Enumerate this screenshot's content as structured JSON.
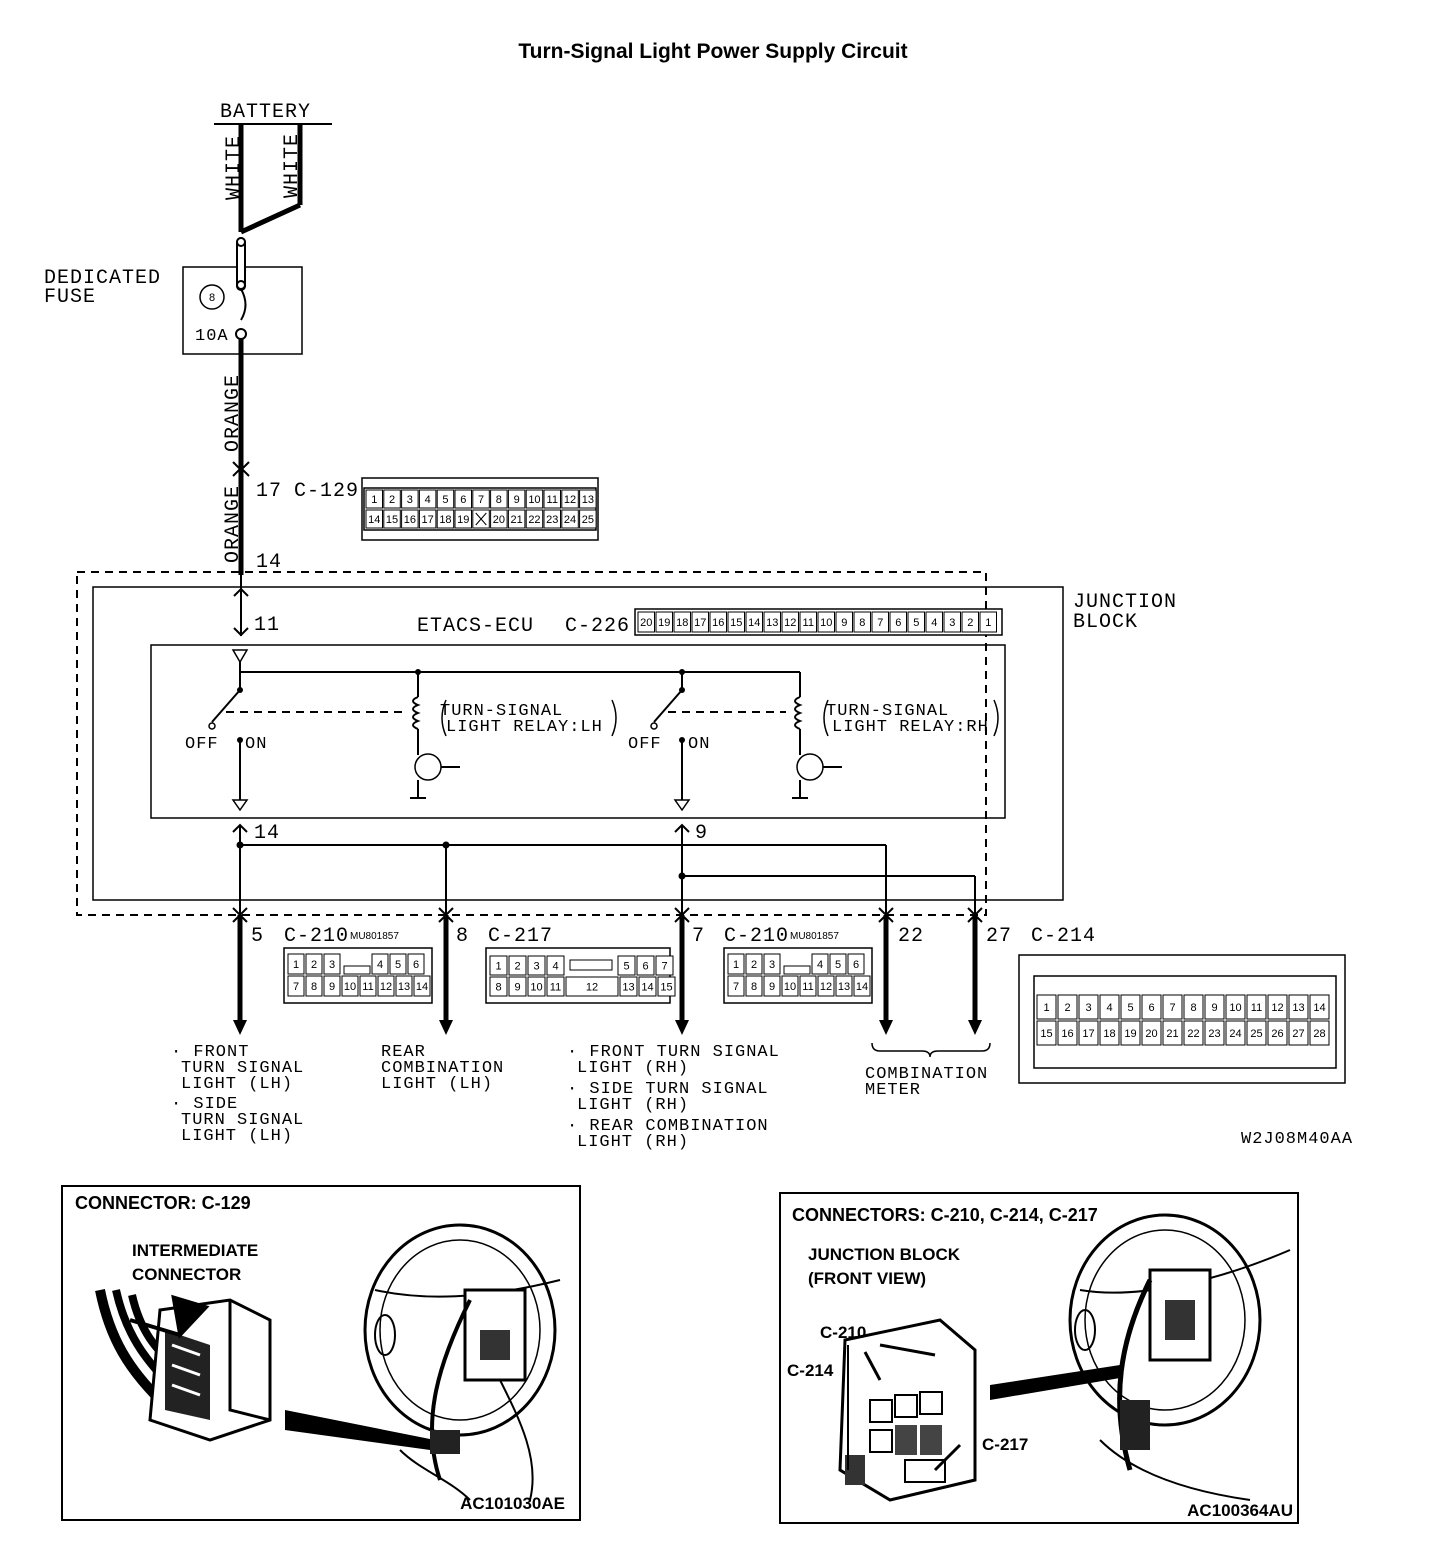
{
  "title": "Turn-Signal Light Power Supply Circuit",
  "battery": {
    "label": "BATTERY",
    "wire_left": "WHITE",
    "wire_right": "WHITE"
  },
  "fuse": {
    "label_line1": "DEDICATED",
    "label_line2": "FUSE",
    "number": "8",
    "rating": "10A"
  },
  "wire_orange_1": "ORANGE",
  "wire_orange_2": "ORANGE",
  "c129": {
    "pin": "17",
    "name": "C-129",
    "row1": [
      "1",
      "2",
      "3",
      "4",
      "5",
      "6",
      "7",
      "8",
      "9",
      "10",
      "11",
      "12",
      "13"
    ],
    "row2": [
      "14",
      "15",
      "16",
      "17",
      "18",
      "19",
      "",
      "20",
      "21",
      "22",
      "23",
      "24",
      "25"
    ]
  },
  "pin_14_in": "14",
  "junction_block": {
    "line1": "JUNCTION",
    "line2": "BLOCK"
  },
  "ecu": {
    "pin_in": "11",
    "name": "ETACS-ECU",
    "connector": "C-226",
    "pins": [
      "20",
      "19",
      "18",
      "17",
      "16",
      "15",
      "14",
      "13",
      "12",
      "11",
      "10",
      "9",
      "8",
      "7",
      "6",
      "5",
      "4",
      "3",
      "2",
      "1"
    ]
  },
  "relay_lh": {
    "line1": "TURN-SIGNAL",
    "line2": "LIGHT RELAY:LH",
    "off": "OFF",
    "on": "ON"
  },
  "relay_rh": {
    "line1": "TURN-SIGNAL",
    "line2": "LIGHT RELAY:RH",
    "off": "OFF",
    "on": "ON"
  },
  "pin_14_out": "14",
  "pin_9_out": "9",
  "outputs": [
    {
      "pin": "5",
      "connector": "C-210",
      "part": "MU801857"
    },
    {
      "pin": "8",
      "connector": "C-217"
    },
    {
      "pin": "7",
      "connector": "C-210",
      "part": "MU801857"
    },
    {
      "pin": "22"
    },
    {
      "pin": "27",
      "connector": "C-214"
    }
  ],
  "c210": {
    "row1": [
      "1",
      "2",
      "3",
      "",
      "4",
      "5",
      "6"
    ],
    "row2": [
      "7",
      "8",
      "9",
      "10",
      "11",
      "12",
      "13",
      "14"
    ]
  },
  "c217": {
    "row1": [
      "1",
      "2",
      "3",
      "4",
      "",
      "5",
      "6",
      "7"
    ],
    "row2": [
      "8",
      "9",
      "10",
      "11",
      "12",
      "13",
      "14",
      "15"
    ]
  },
  "c214": {
    "row1": [
      "1",
      "2",
      "3",
      "4",
      "5",
      "6",
      "7",
      "8",
      "9",
      "10",
      "11",
      "12",
      "13",
      "14"
    ],
    "row2": [
      "15",
      "16",
      "17",
      "18",
      "19",
      "20",
      "21",
      "22",
      "23",
      "24",
      "25",
      "26",
      "27",
      "28"
    ]
  },
  "destinations": {
    "lh_front": [
      "· FRONT",
      "TURN SIGNAL",
      "LIGHT (LH)"
    ],
    "lh_side": [
      "· SIDE",
      "TURN SIGNAL",
      "LIGHT (LH)"
    ],
    "rear_lh": [
      "REAR",
      "COMBINATION",
      "LIGHT (LH)"
    ],
    "rh": [
      "· FRONT TURN SIGNAL",
      "LIGHT (RH)",
      "· SIDE TURN SIGNAL",
      "LIGHT (RH)",
      "· REAR COMBINATION",
      "LIGHT (RH)"
    ],
    "meter": [
      "COMBINATION",
      "METER"
    ]
  },
  "diagram_code": "W2J08M40AA",
  "panel_left": {
    "title": "CONNECTOR: C-129",
    "label1": "INTERMEDIATE",
    "label2": "CONNECTOR",
    "code": "AC101030AE"
  },
  "panel_right": {
    "title": "CONNECTORS: C-210, C-214, C-217",
    "label1": "JUNCTION BLOCK",
    "label2": "(FRONT VIEW)",
    "c210": "C-210",
    "c214": "C-214",
    "c217": "C-217",
    "code": "AC100364AU"
  }
}
